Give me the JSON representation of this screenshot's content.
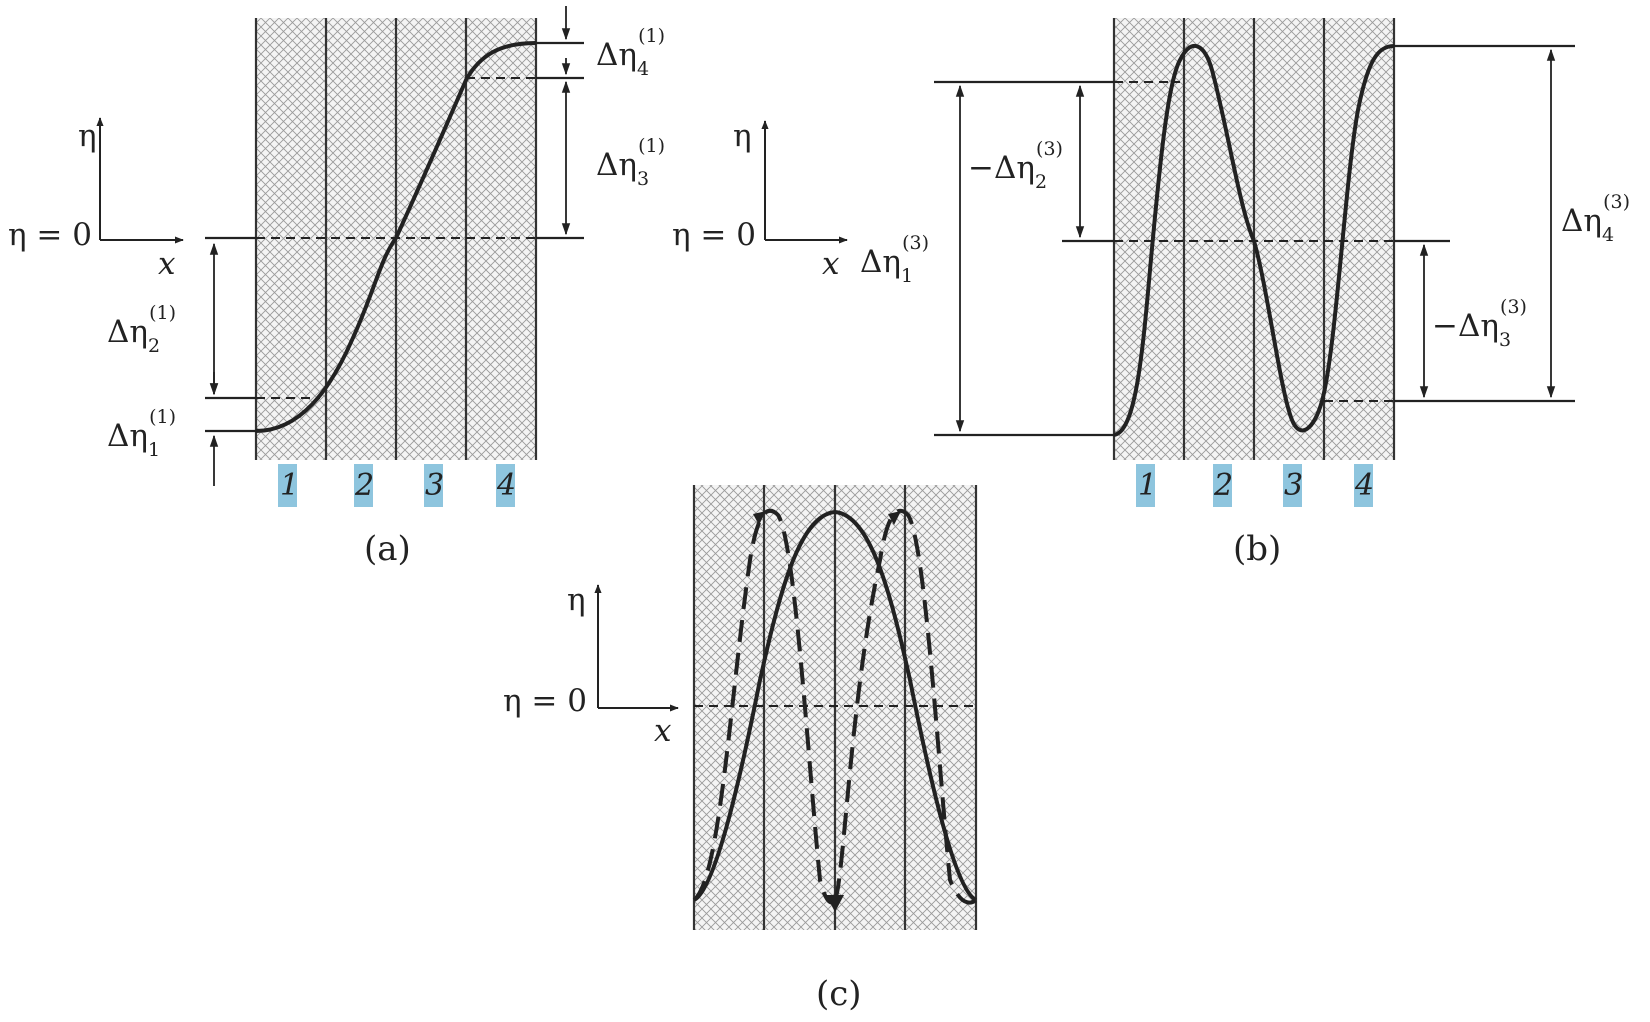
{
  "figure": {
    "panels": [
      {
        "id": "a",
        "caption": "(a)",
        "axis_y_label": "η",
        "axis_x_label": "x",
        "zero_label": "η = 0",
        "strip_labels": [
          "1",
          "2",
          "3",
          "4"
        ],
        "annotations": [
          {
            "base": "Δη",
            "sub": "1",
            "sup": "(1)"
          },
          {
            "base": "Δη",
            "sub": "2",
            "sup": "(1)"
          },
          {
            "base": "Δη",
            "sub": "3",
            "sup": "(1)"
          },
          {
            "base": "Δη",
            "sub": "4",
            "sup": "(1)"
          }
        ]
      },
      {
        "id": "b",
        "caption": "(b)",
        "axis_y_label": "η",
        "axis_x_label": "x",
        "zero_label": "η = 0",
        "strip_labels": [
          "1",
          "2",
          "3",
          "4"
        ],
        "annotations": [
          {
            "base": "Δη",
            "sub": "1",
            "sup": "(3)"
          },
          {
            "base": "−Δη",
            "sub": "2",
            "sup": "(3)"
          },
          {
            "base": "−Δη",
            "sub": "3",
            "sup": "(3)"
          },
          {
            "base": "Δη",
            "sub": "4",
            "sup": "(3)"
          }
        ]
      },
      {
        "id": "c",
        "caption": "(c)",
        "axis_y_label": "η",
        "axis_x_label": "x",
        "zero_label": "η = 0"
      }
    ],
    "colors": {
      "ink": "#222222",
      "hatch": "#9a9a9a",
      "strip_label_bg": "#8ec5de"
    }
  }
}
